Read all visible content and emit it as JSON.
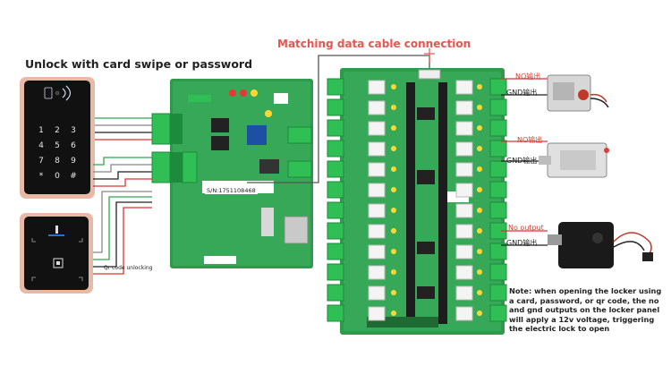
{
  "texts": {
    "title": "Matching data cable connection",
    "left_heading": "Unlock with card swipe or password",
    "qr_label": "Qr code unlocking",
    "serial": "S/N:1751108468",
    "out1_no": "NO输出",
    "out1_gnd": "GND输出",
    "out2_no": "NO输出",
    "out2_gnd": "GND输出",
    "out3_no": "No output",
    "out3_gnd": "GND输出",
    "note": "Note: when opening the locker using a card, password, or qr code, the no and gnd outputs on the locker panel will apply a 12v voltage, triggering the electric lock to open"
  },
  "keypad": [
    "1",
    "2",
    "3",
    "4",
    "5",
    "6",
    "7",
    "8",
    "9",
    "*",
    "0",
    "#"
  ],
  "colors": {
    "title": "#e8554f",
    "label_red": "#e03a2f",
    "pcb_green": "#2f9a4c",
    "terminal_green": "#2fbf55"
  }
}
